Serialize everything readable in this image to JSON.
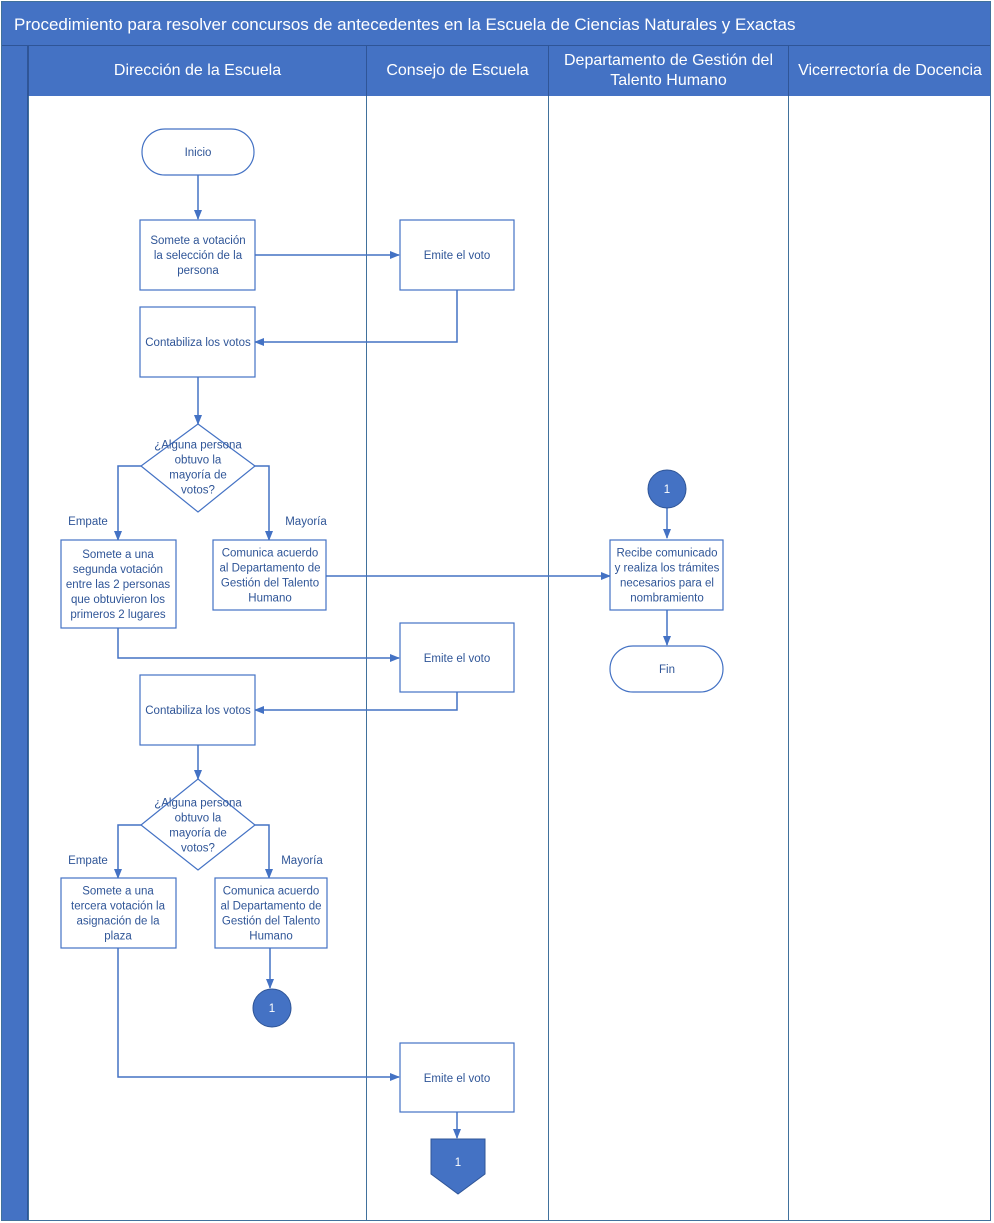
{
  "title": "Procedimiento para resolver concursos de antecedentes en la Escuela de Ciencias Naturales y Exactas",
  "lanes": [
    {
      "name": "Dirección de la Escuela"
    },
    {
      "name": "Consejo de Escuela"
    },
    {
      "name": "Departamento de Gestión del Talento Humano"
    },
    {
      "name": "Vicerrectoría de Docencia"
    }
  ],
  "nodes": {
    "inicio": [
      "Inicio"
    ],
    "somete1": [
      "Somete a votación",
      "la selección de la",
      "persona"
    ],
    "voto1": [
      "Emite el voto"
    ],
    "conta1": [
      "Contabiliza los votos"
    ],
    "dec1": [
      "¿Alguna persona",
      "obtuvo la",
      "mayoría de",
      "votos?"
    ],
    "somete2": [
      "Somete a una",
      "segunda votación",
      "entre las 2 personas",
      "que obtuvieron los",
      "primeros 2 lugares"
    ],
    "comunica1": [
      "Comunica acuerdo",
      "al Departamento de",
      "Gestión del Talento",
      "Humano"
    ],
    "voto2": [
      "Emite el voto"
    ],
    "conta2": [
      "Contabiliza los votos"
    ],
    "dec2": [
      "¿Alguna persona",
      "obtuvo la",
      "mayoría de",
      "votos?"
    ],
    "somete3": [
      "Somete a una",
      "tercera votación la",
      "asignación de la",
      "plaza"
    ],
    "comunica2": [
      "Comunica acuerdo",
      "al Departamento de",
      "Gestión del Talento",
      "Humano"
    ],
    "conn_a": [
      "1"
    ],
    "voto3": [
      "Emite el voto"
    ],
    "offpage": [
      "1"
    ],
    "conn_b": [
      "1"
    ],
    "recibe": [
      "Recibe comunicado",
      "y realiza los trámites",
      "necesarios para el",
      "nombramiento"
    ],
    "fin": [
      "Fin"
    ]
  },
  "edge_labels": {
    "empate1": "Empate",
    "mayoria1": "Mayoría",
    "empate2": "Empate",
    "mayoria2": "Mayoría"
  },
  "colors": {
    "header_fill": "#4472c4",
    "header_text": "#ffffff",
    "node_stroke": "#4472c4",
    "node_text": "#2f5597",
    "connector_fill": "#4472c4",
    "line": "#4472c4"
  }
}
